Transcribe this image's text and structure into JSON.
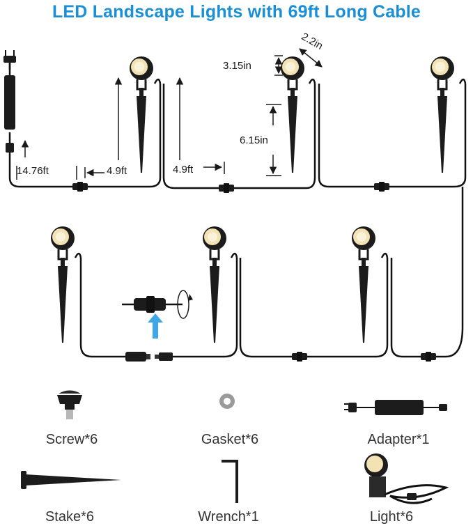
{
  "title": "LED Landscape Lights with 69ft Long Cable",
  "colors": {
    "title": "#1a8fd6",
    "cable": "#111111",
    "fixture": "#1c1c1c",
    "lamp": "#f3e2b3",
    "arrow": "#3fa7e6"
  },
  "dimensions": {
    "lead_length": "14.76ft",
    "spacing_1": "4.9ft",
    "spacing_2": "4.9ft",
    "head_height": "3.15in",
    "head_width": "2.2in",
    "stake_height": "6.15in"
  },
  "parts": [
    {
      "label": "Screw*6",
      "icon": "screw-icon"
    },
    {
      "label": "Gasket*6",
      "icon": "gasket-icon"
    },
    {
      "label": "Adapter*1",
      "icon": "adapter-icon"
    },
    {
      "label": "Stake*6",
      "icon": "stake-icon"
    },
    {
      "label": "Wrench*1",
      "icon": "wrench-icon"
    },
    {
      "label": "Light*6",
      "icon": "light-icon"
    }
  ]
}
